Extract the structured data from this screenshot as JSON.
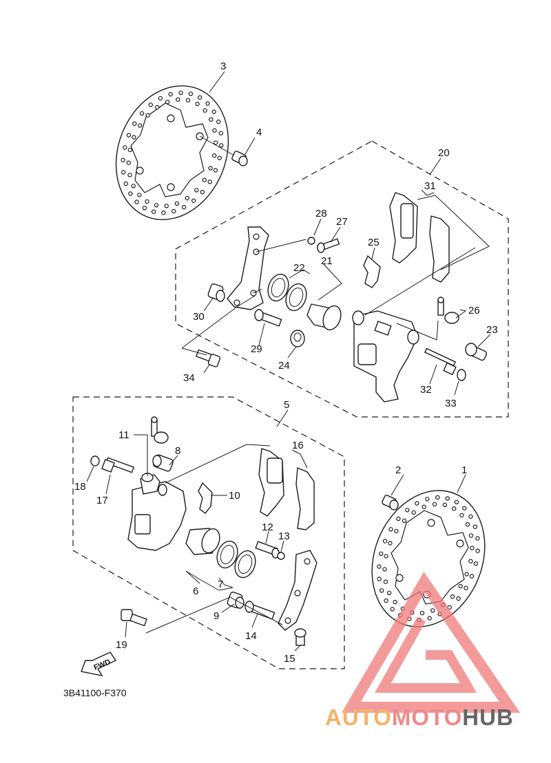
{
  "diagram_code": "3B41100-F370",
  "fwd_label": "FWD",
  "watermark": {
    "part_a": "AUTO",
    "part_b": "MOTO",
    "part_c": "HUB",
    "color_a": "#f5b26b",
    "color_b": "#f08a8a",
    "color_c": "#666666",
    "logo_color": "#f07a7a"
  },
  "callouts": [
    "1",
    "2",
    "3",
    "4",
    "5",
    "6",
    "7",
    "8",
    "9",
    "10",
    "11",
    "12",
    "13",
    "14",
    "15",
    "16",
    "17",
    "18",
    "19",
    "20",
    "21",
    "22",
    "23",
    "24",
    "25",
    "26",
    "27",
    "28",
    "29",
    "30",
    "31",
    "32",
    "33",
    "34"
  ]
}
